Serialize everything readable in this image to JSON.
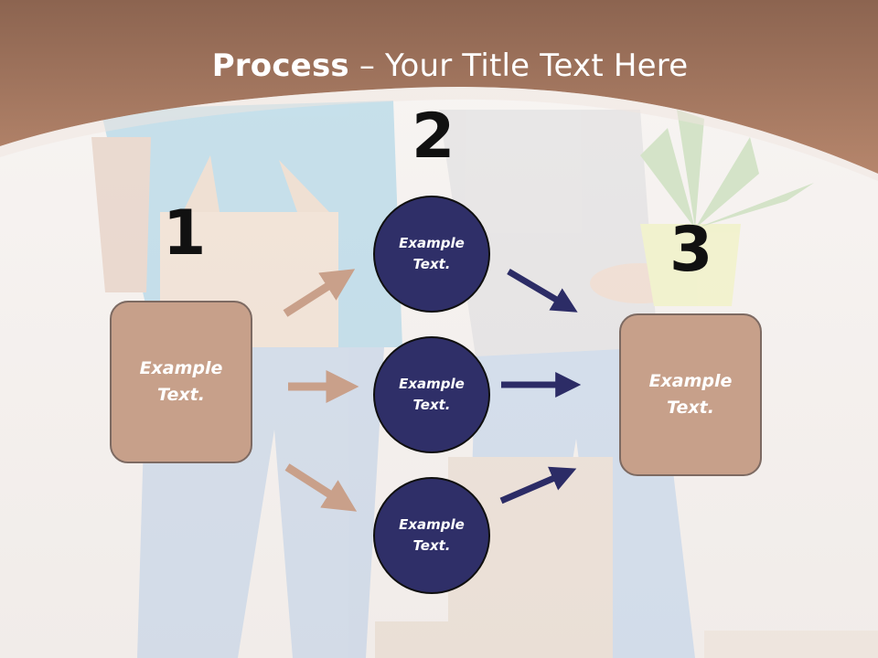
{
  "title": {
    "bold": "Process",
    "rest": " – Your Title Text Here"
  },
  "steps": {
    "one": "1",
    "two": "2",
    "three": "3"
  },
  "left_box": {
    "line1": "Example",
    "line2": "Text."
  },
  "right_box": {
    "line1": "Example",
    "line2": "Text."
  },
  "circles": [
    {
      "line1": "Example",
      "line2": "Text."
    },
    {
      "line1": "Example",
      "line2": "Text."
    },
    {
      "line1": "Example",
      "line2": "Text."
    }
  ],
  "colors": {
    "header": "#a87a62",
    "box_fill": "#c7a08a",
    "circle_fill": "#2f2f68",
    "arrow_tan": "#c9a08a",
    "arrow_navy": "#2c2c66"
  }
}
